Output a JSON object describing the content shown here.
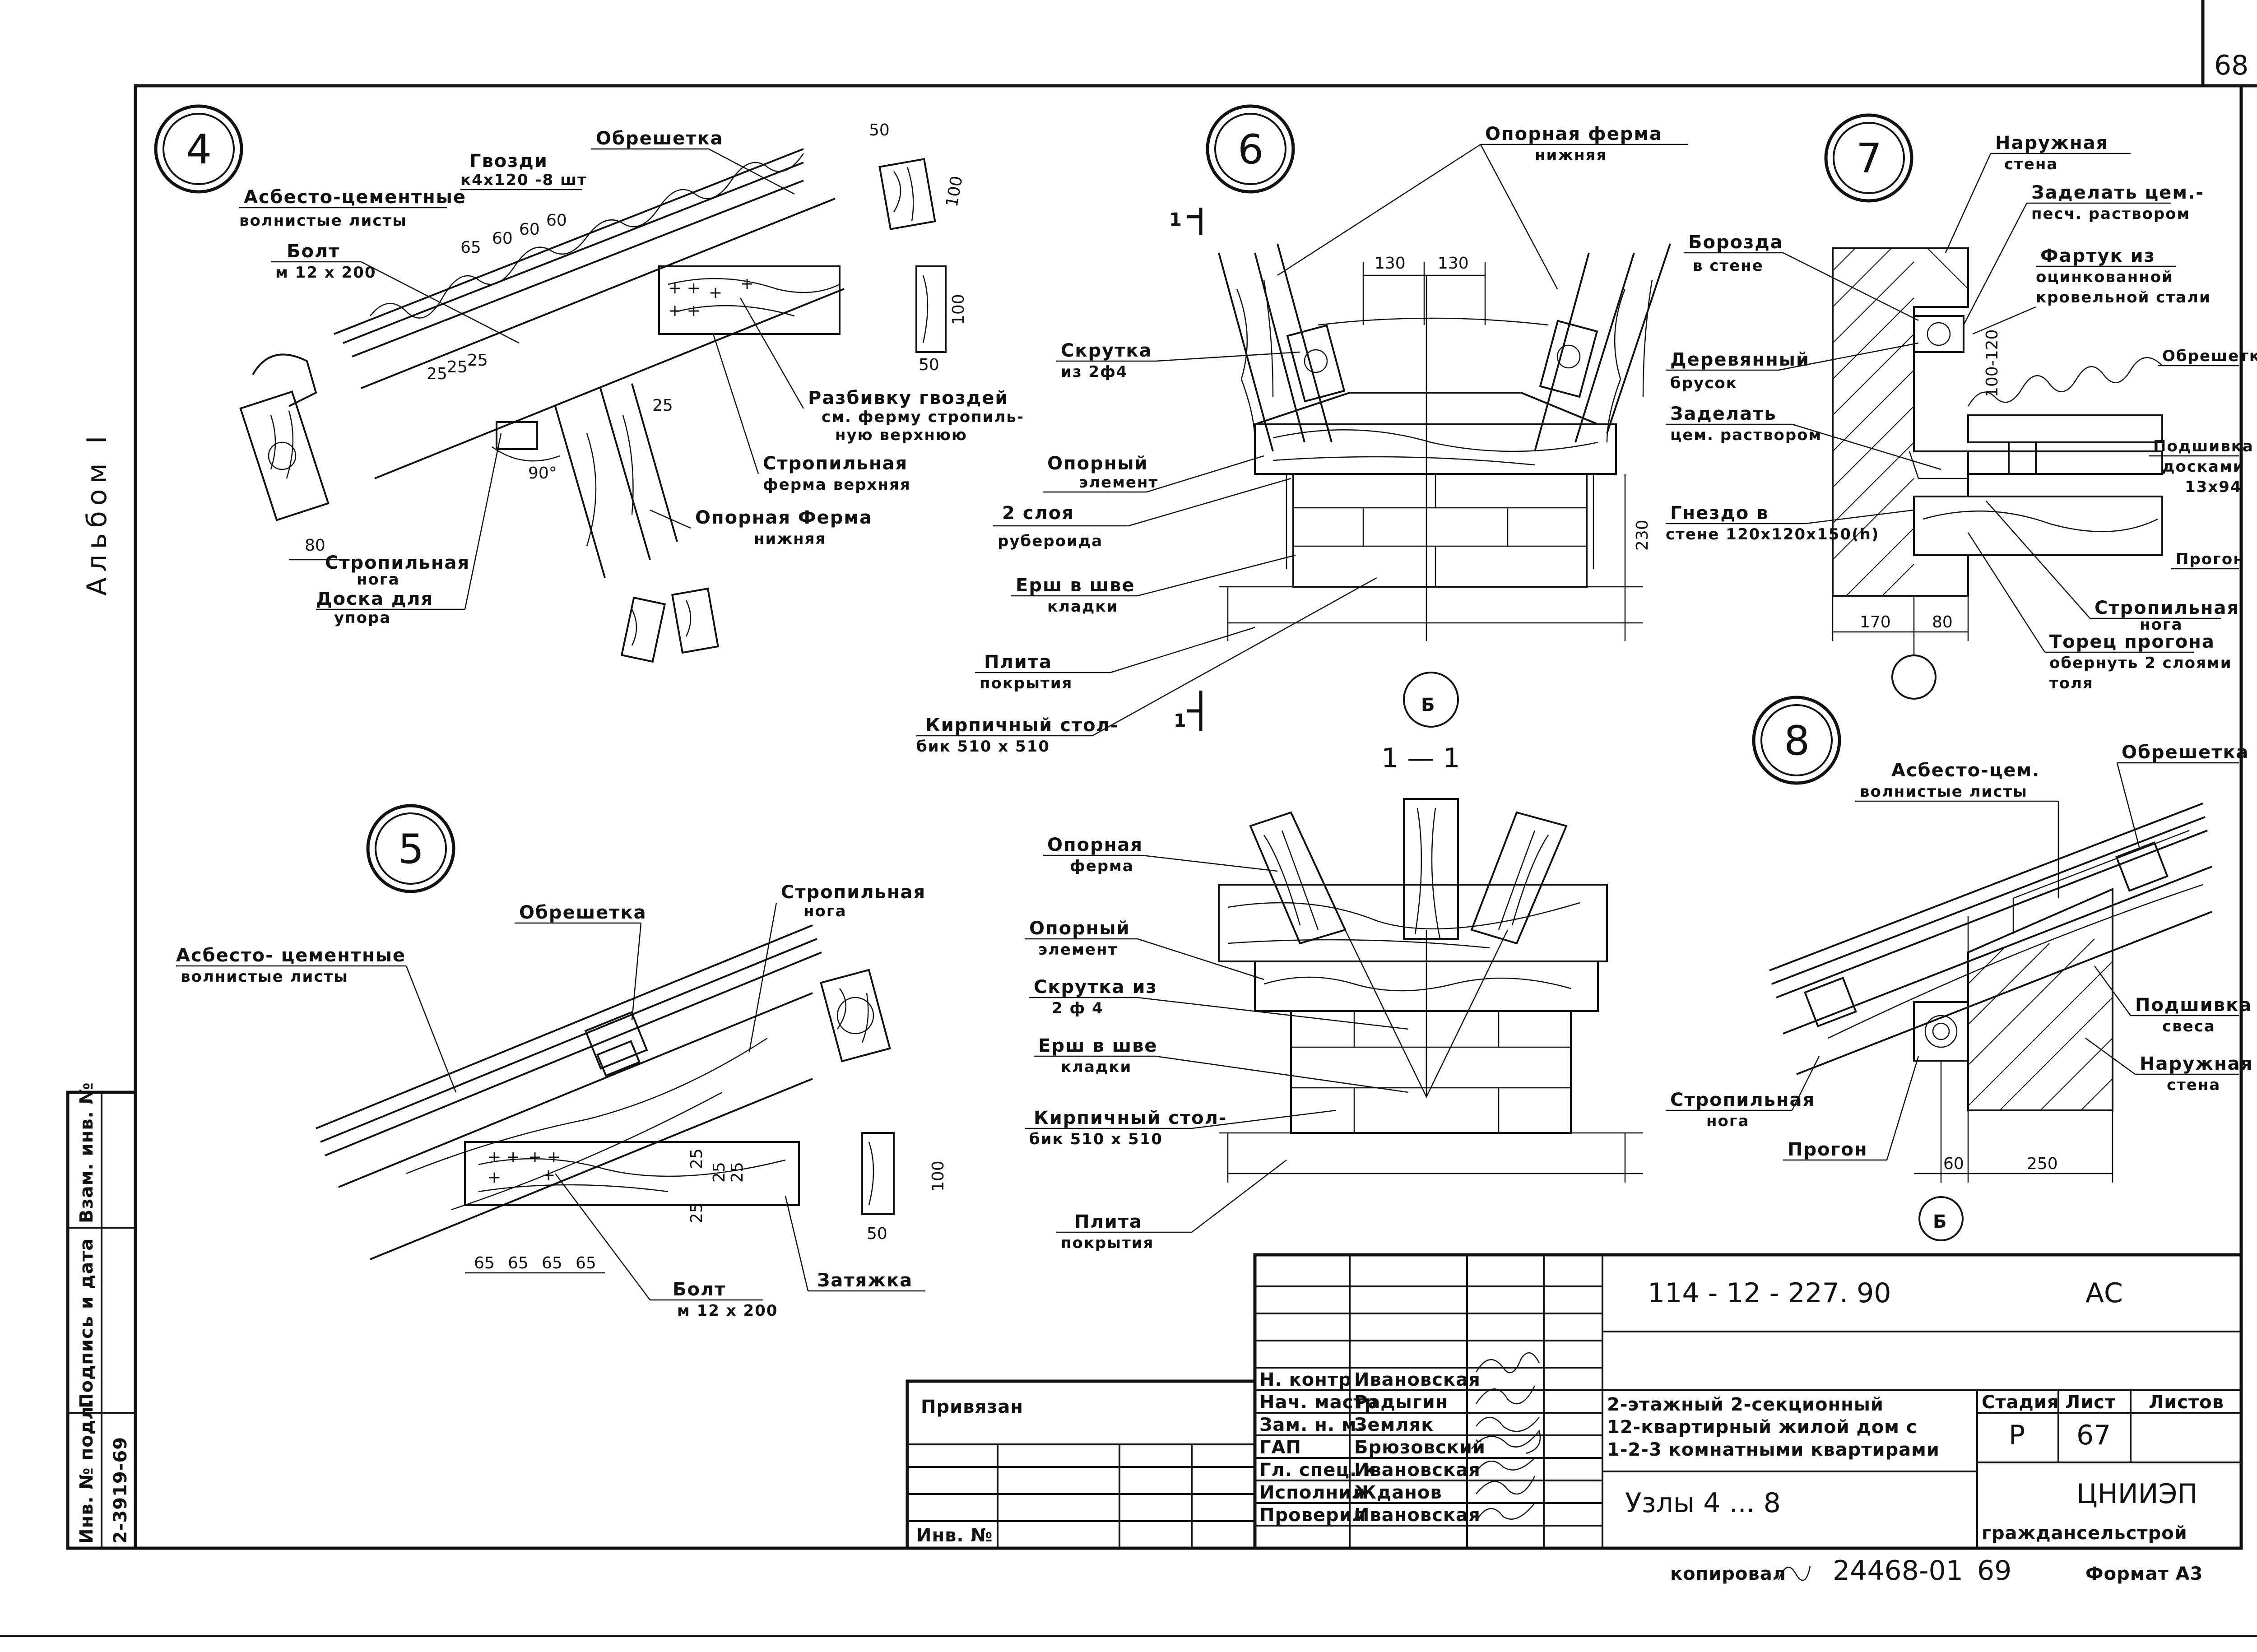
{
  "sheet_number": "68",
  "album": "Альбом I",
  "node4": {
    "number": "4",
    "gvozdi": "Гвозди",
    "gvozdi_spec": "к4х120 -8 шт",
    "obreshetka": "Обрешетка",
    "asbest1": "Асбесто-цементные",
    "asbest2": "волнистые листы",
    "bolt": "Болт",
    "bolt_spec": "м 12 х 200",
    "dims_top": [
      "65",
      "60",
      "60",
      "60"
    ],
    "dim_25a": "25",
    "dim_25b": "25",
    "dim_25c": "25",
    "dim_25d": "25",
    "angle": "90°",
    "dim_80": "80",
    "sec_50a": "50",
    "sec_100a": "100",
    "sec_100b": "100",
    "sec_50b": "50",
    "razbivku1": "Разбивку гвоздей",
    "razbivku2": "см. ферму стропиль-",
    "razbivku3": "ную верхнюю",
    "strop_ferma1": "Стропильная",
    "strop_ferma2": "ферма верхняя",
    "opor_ferma1": "Опорная Ферма",
    "opor_ferma2": "нижняя",
    "strop_noga1": "Стропильная",
    "strop_noga2": "нога",
    "doska1": "Доска для",
    "doska2": "упора"
  },
  "node5": {
    "number": "5",
    "obreshetka": "Обрешетка",
    "strop1": "Стропильная",
    "strop2": "нога",
    "asbest1": "Асбесто- цементные",
    "asbest2": "волнистые листы",
    "dims": [
      "65",
      "65",
      "65",
      "65"
    ],
    "dim_25a": "25",
    "dim_25b": "25",
    "dim_25c": "25",
    "dim_25d": "25",
    "sec_100": "100",
    "sec_50": "50",
    "bolt": "Болт",
    "bolt_spec": "м 12 х 200",
    "zatyazhka": "Затяжка"
  },
  "node6": {
    "number": "6",
    "opor_ferma1": "Опорная ферма",
    "opor_ferma2": "нижняя",
    "section_mark": "1",
    "dim_130a": "130",
    "dim_130b": "130",
    "skrutka1": "Скрутка",
    "skrutka2": "из 2ф4",
    "opor_elem1": "Опорный",
    "opor_elem2": "элемент",
    "ruberoid1": "2 слоя",
    "ruberoid2": "рубероида",
    "dim_230": "230",
    "ersh1": "Ерш в шве",
    "ersh2": "кладки",
    "plita1": "Плита",
    "plita2": "покрытия",
    "stolbik1": "Кирпичный стол-",
    "stolbik2": "бик 510 х 510",
    "axis": "Б"
  },
  "section11": {
    "title": "1 — 1",
    "opor_ferma1": "Опорная",
    "opor_ferma2": "ферма",
    "opor_elem1": "Опорный",
    "opor_elem2": "элемент",
    "skrutka1": "Скрутка из",
    "skrutka2": "2 ф 4",
    "ersh1": "Ерш в шве",
    "ersh2": "кладки",
    "stolbik1": "Кирпичный стол-",
    "stolbik2": "бик 510 х 510",
    "plita1": "Плита",
    "plita2": "покрытия"
  },
  "node7": {
    "number": "7",
    "stena1": "Наружная",
    "stena2": "стена",
    "zadelat1": "Заделать цем.-",
    "zadelat2": "песч. раствором",
    "borozda1": "Борозда",
    "borozda2": "в стене",
    "fartuk1": "Фартук из",
    "fartuk2": "оцинкованной",
    "fartuk3": "кровельной стали",
    "dim_100": "100-120",
    "obreshetka": "Обрешетка",
    "brusok1": "Деревянный",
    "brusok2": "брусок",
    "zadelat3": "Заделать",
    "zadelat4": "цем. раствором",
    "podshivka1": "Подшивка",
    "podshivka2": "досками",
    "podshivka3": "13х94",
    "gnezdo1": "Гнездо в",
    "gnezdo2": "стене 120х120х150(h)",
    "progon": "Прогон",
    "strop1": "Стропильная",
    "strop2": "нога",
    "torec1": "Торец прогона",
    "torec2": "обернуть 2 слоями",
    "torec3": "толя",
    "dim_170": "170",
    "dim_80": "80"
  },
  "node8": {
    "number": "8",
    "obreshetka": "Обрешетка",
    "asbest1": "Асбесто-цем.",
    "asbest2": "волнистые листы",
    "podshivka1": "Подшивка",
    "podshivka2": "свеса",
    "stena1": "Наружная",
    "stena2": "стена",
    "strop1": "Стропильная",
    "strop2": "нога",
    "progon": "Прогон",
    "dim_60": "60",
    "dim_250": "250",
    "axis": "Б"
  },
  "title_block": {
    "doc_code": "114 - 12 - 227. 90",
    "mark": "АС",
    "privyazan": "Привязан",
    "inv": "Инв. №",
    "roles": [
      "Н. контр",
      "Нач. мастр",
      "Зам. н. м.",
      "ГАП",
      "Гл. спец. к",
      "Исполнил",
      "Проверил"
    ],
    "names": [
      "Ивановская",
      "Радыгин",
      "Земляк",
      "Брюзовский",
      "Ивановская",
      "Жданов",
      "Ивановская"
    ],
    "project1": "2-этажный 2-секционный",
    "project2": "12-квартирный жилой дом с",
    "project3": "1-2-3 комнатными квартирами",
    "stage_h": "Стадия",
    "sheet_h": "Лист",
    "sheets_h": "Листов",
    "stage": "Р",
    "sheet": "67",
    "sheet_title": "Узлы 4 ... 8",
    "org1": "ЦНИИЭП",
    "org2": "граждансельстрой",
    "kopiroval": "копировал",
    "copy_code": "24468-01",
    "copy_num": "69",
    "format": "Формат А3"
  },
  "side_stamp": {
    "inv_podl": "Инв. № подл.",
    "podpis": "Подпись и дата",
    "vzam": "Взам. инв. №",
    "inv_value": "2-3919-69"
  }
}
